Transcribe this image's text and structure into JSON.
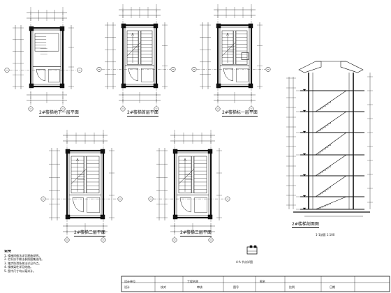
{
  "plan_labels": {
    "basement": "2#楼梯地下一层平面",
    "first": "2#楼梯首层平面",
    "standard": "2#楼梯标一层平面",
    "second": "2#楼梯二层平面",
    "third": "2#楼梯三层平面"
  },
  "section_label": "2#楼梯剖面图",
  "section_sublabel": "1-1剖面 1:100",
  "detail_label": "A-A 节点详图",
  "notes": {
    "heading": "说明",
    "lines": [
      "1. 楼梯间做法详见建施说明。",
      "2. 栏杆扶手做法参照图集选用。",
      "3. 踏步防滑条做法详见节点。",
      "4. 楼梯梁柱详见结施。",
      "5. 图中尺寸均以毫米计。"
    ]
  },
  "title_block": {
    "cells": [
      "设计单位",
      "工程名称",
      "图名",
      "设计",
      "校对",
      "审核",
      "图号",
      "比例",
      "日期"
    ]
  }
}
